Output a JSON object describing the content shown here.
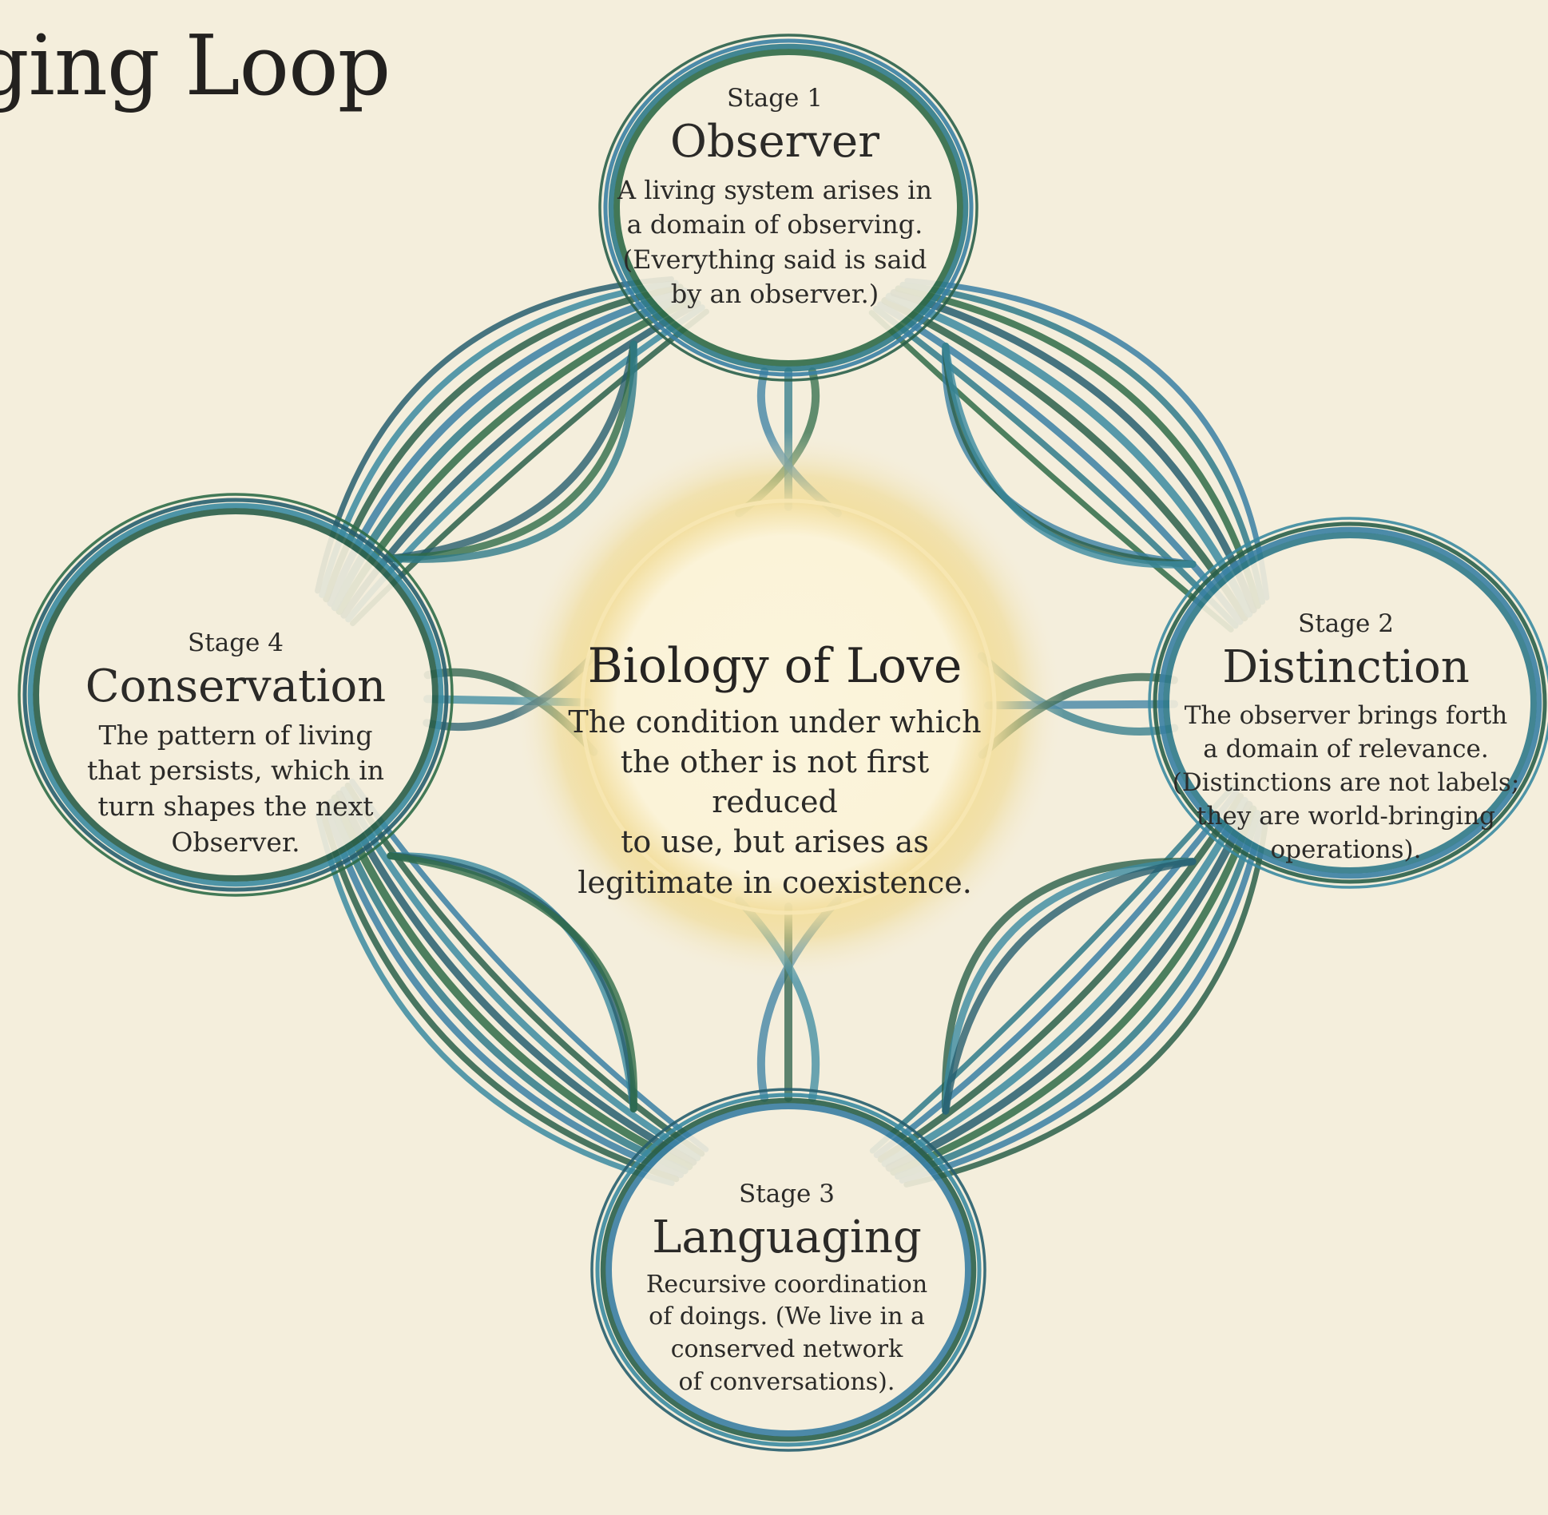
{
  "title": "ging Loop",
  "center": {
    "title": "Biology of Love",
    "description": "The condition under which\nthe other is not first reduced\nto use, but arises as\nlegitimate in coexistence."
  },
  "stages": [
    {
      "label": "Stage 1",
      "name": "Observer",
      "description": "A living system arises in\na domain of observing.\n(Everything said is said\nby an observer.)"
    },
    {
      "label": "Stage 2",
      "name": "Distinction",
      "description": "The observer brings forth\na domain of relevance.\n(Distinctions are not labels;\nthey are world-bringing\noperations)."
    },
    {
      "label": "Stage 3",
      "name": "Languaging",
      "description": "Recursive coordination\nof doings. (We live in a\nconserved network\nof conversations)."
    },
    {
      "label": "Stage 4",
      "name": "Conservation",
      "description": "The pattern of living\nthat persists, which in\nturn shapes the next\nObserver."
    }
  ],
  "colors": {
    "background": "#f4eedc",
    "strand_green": "#2f6b48",
    "strand_teal": "#2f7a8a",
    "strand_blue": "#3a7fa3",
    "glow": "#f0d98a",
    "text": "#2b2a28"
  }
}
